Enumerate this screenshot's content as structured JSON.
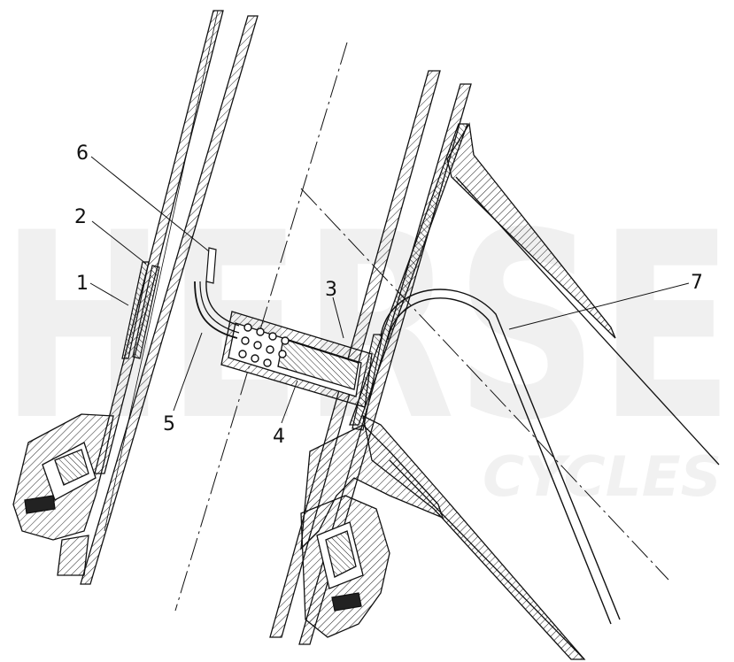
{
  "watermark": {
    "brand": "HERSE",
    "tagline": "CYCLES"
  },
  "callouts": [
    {
      "id": "1",
      "label": "1"
    },
    {
      "id": "2",
      "label": "2"
    },
    {
      "id": "3",
      "label": "3"
    },
    {
      "id": "4",
      "label": "4"
    },
    {
      "id": "5",
      "label": "5"
    },
    {
      "id": "6",
      "label": "6"
    },
    {
      "id": "7",
      "label": "7"
    }
  ],
  "colors": {
    "line": "#111111",
    "hatch": "#222222",
    "watermark": "#f0f0f0"
  }
}
